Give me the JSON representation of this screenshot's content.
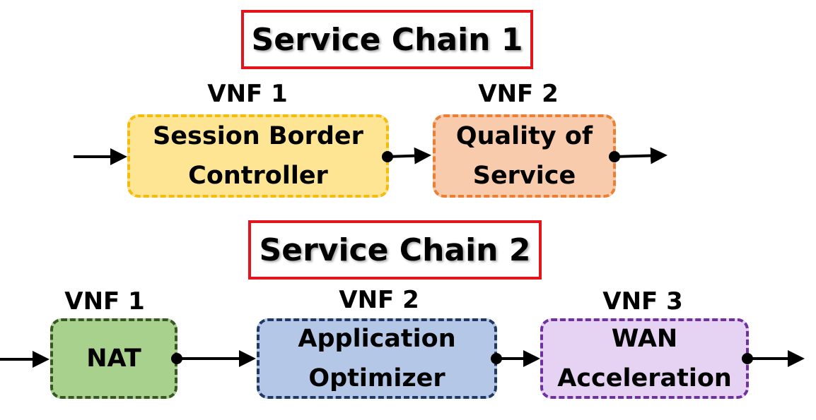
{
  "chains": [
    {
      "title": "Service Chain 1",
      "vnfs": [
        {
          "label": "VNF 1",
          "name": "Session Border\nController"
        },
        {
          "label": "VNF 2",
          "name": "Quality of\nService"
        }
      ]
    },
    {
      "title": "Service Chain 2",
      "vnfs": [
        {
          "label": "VNF 1",
          "name": "NAT"
        },
        {
          "label": "VNF 2",
          "name": "Application\nOptimizer"
        },
        {
          "label": "VNF 3",
          "name": "WAN\nAcceleration"
        }
      ]
    }
  ],
  "colors": {
    "title_border": "#e3141b",
    "session_border_controller": {
      "fill": "#fde593",
      "border": "#f6bc0d"
    },
    "quality_of_service": {
      "fill": "#f8cbad",
      "border": "#ec7f33"
    },
    "nat": {
      "fill": "#a9d18e",
      "border": "#385723"
    },
    "application_optimizer": {
      "fill": "#b4c7e7",
      "border": "#1f3864"
    },
    "wan_acceleration": {
      "fill": "#e6d2f3",
      "border": "#7030a0"
    }
  }
}
